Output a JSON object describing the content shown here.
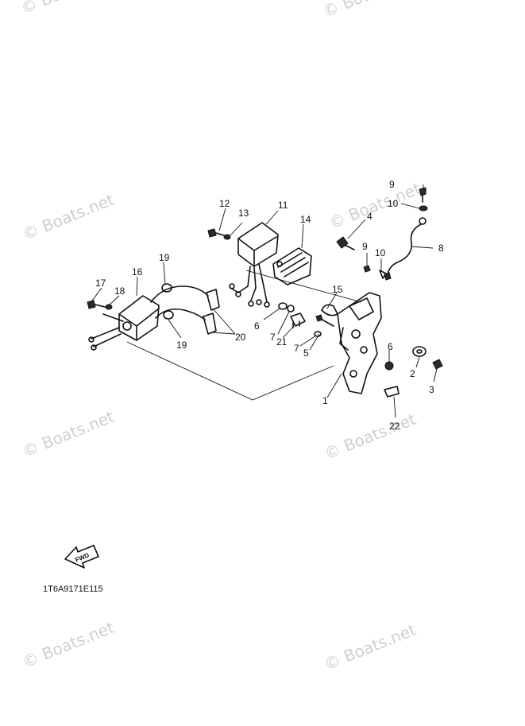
{
  "watermark": "© Boats.net",
  "diagram_code": "1T6A9171E115",
  "fwd_label": "FWD",
  "callouts": {
    "c1": "1",
    "c2": "2",
    "c3": "3",
    "c4": "4",
    "c5": "5",
    "c6a": "6",
    "c6b": "6",
    "c7a": "7",
    "c7b": "7",
    "c8": "8",
    "c9a": "9",
    "c9b": "9",
    "c10a": "10",
    "c10b": "10",
    "c11": "11",
    "c12": "12",
    "c13": "13",
    "c14": "14",
    "c15": "15",
    "c16": "16",
    "c17": "17",
    "c18": "18",
    "c19a": "19",
    "c19b": "19",
    "c20": "20",
    "c21": "21",
    "c22": "22"
  }
}
